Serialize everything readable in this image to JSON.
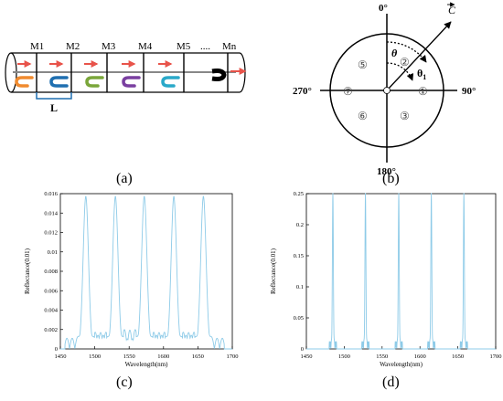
{
  "panels": {
    "a": {
      "caption": "(a)",
      "mirror_labels": [
        "M1",
        "M2",
        "M3",
        "M4",
        "M5",
        "....",
        "Mn"
      ],
      "period_label": "L"
    },
    "b": {
      "caption": "(b)",
      "angle_top": "0°",
      "angle_right": "90°",
      "angle_bottom": "180°",
      "angle_left": "270°",
      "vector_label": "C",
      "theta_label": "θ",
      "theta1_label": "θ",
      "theta1_sub": "1",
      "regions": [
        "①",
        "②",
        "③",
        "⑤",
        "⑥",
        "⑦"
      ]
    },
    "c": {
      "caption": "(c)"
    },
    "d": {
      "caption": "(d)"
    }
  },
  "colors": {
    "line": "#000000",
    "spectrum": "#8ecbe8",
    "arrow_red": "#e8534a",
    "u_orange": "#f08a2e",
    "u_blue": "#1f6fb0",
    "u_green": "#7aa63a",
    "u_purple": "#7a3fa0",
    "u_teal": "#2aa9c9"
  },
  "chart_data": [
    {
      "type": "line",
      "xlabel": "Wavelength(nm)",
      "ylabel": "Reflectance(0.01)",
      "xlim": [
        1450,
        1700
      ],
      "ylim": [
        0,
        0.016
      ],
      "xticks": [
        1450,
        1500,
        1550,
        1600,
        1650,
        1700
      ],
      "yticks": [
        0,
        0.002,
        0.004,
        0.006,
        0.008,
        0.01,
        0.012,
        0.014,
        0.016
      ],
      "ytick_labels": [
        "0",
        "0.002",
        "0.004",
        "0.006",
        "0.008",
        "0.01",
        "0.012",
        "0.014",
        "0.016"
      ],
      "peaks_x": [
        1487,
        1530,
        1572,
        1615,
        1658
      ],
      "peak_value": 0.0157,
      "peak_halfwidth_nm": 5.5,
      "sidelobe_value": 0.0011
    },
    {
      "type": "line",
      "xlabel": "Wavelength(nm)",
      "ylabel": "Reflectance(0.01)",
      "xlim": [
        1450,
        1700
      ],
      "ylim": [
        0,
        0.25
      ],
      "xticks": [
        1450,
        1500,
        1550,
        1600,
        1650,
        1700
      ],
      "yticks": [
        0,
        0.05,
        0.1,
        0.15,
        0.2,
        0.25
      ],
      "ytick_labels": [
        "0",
        "0.05",
        "0.1",
        "0.15",
        "0.2",
        "0.25"
      ],
      "peaks_x": [
        1485,
        1528,
        1572,
        1615,
        1658
      ],
      "peak_value": 0.25,
      "peak_halfwidth_nm": 0.9,
      "sidelobe_value": 0.012
    }
  ]
}
